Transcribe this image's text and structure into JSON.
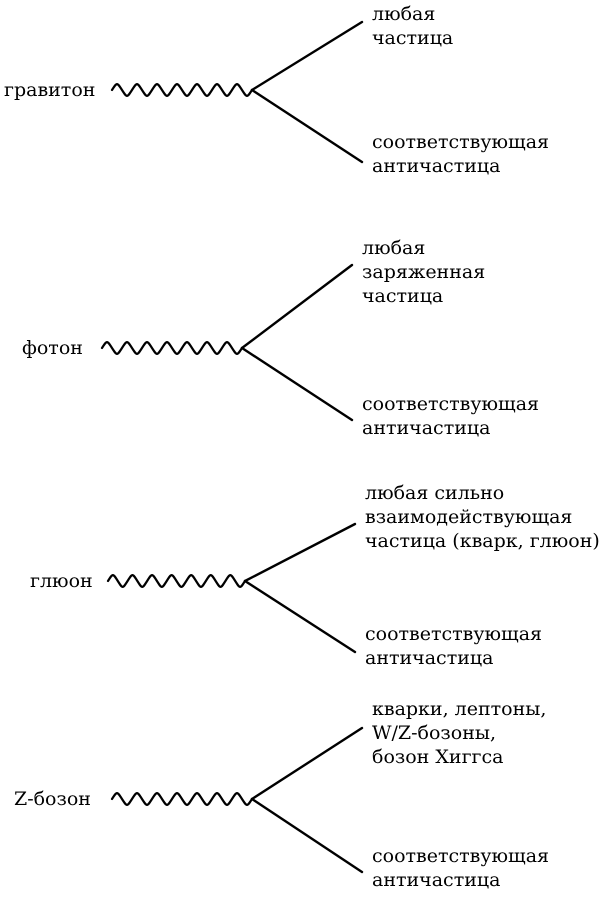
{
  "diagrams": [
    {
      "boson": "гравитон",
      "upper": [
        "любая",
        "частица"
      ],
      "lower": [
        "соответствующая",
        "античастица"
      ]
    },
    {
      "boson": "фотон",
      "upper": [
        "любая",
        "заряженная",
        "частица"
      ],
      "lower": [
        "соответствующая",
        "античастица"
      ]
    },
    {
      "boson": "глюон",
      "upper": [
        "любая сильно",
        "взаимодействующая",
        "частица (кварк, глюон)"
      ],
      "lower": [
        "соответствующая",
        "античастица"
      ]
    },
    {
      "boson": "Z-бозон",
      "upper": [
        "кварки, лептоны,",
        "W/Z-бозоны,",
        "бозон Хиггса"
      ],
      "lower": [
        "соответствующая",
        "античастица"
      ]
    }
  ]
}
